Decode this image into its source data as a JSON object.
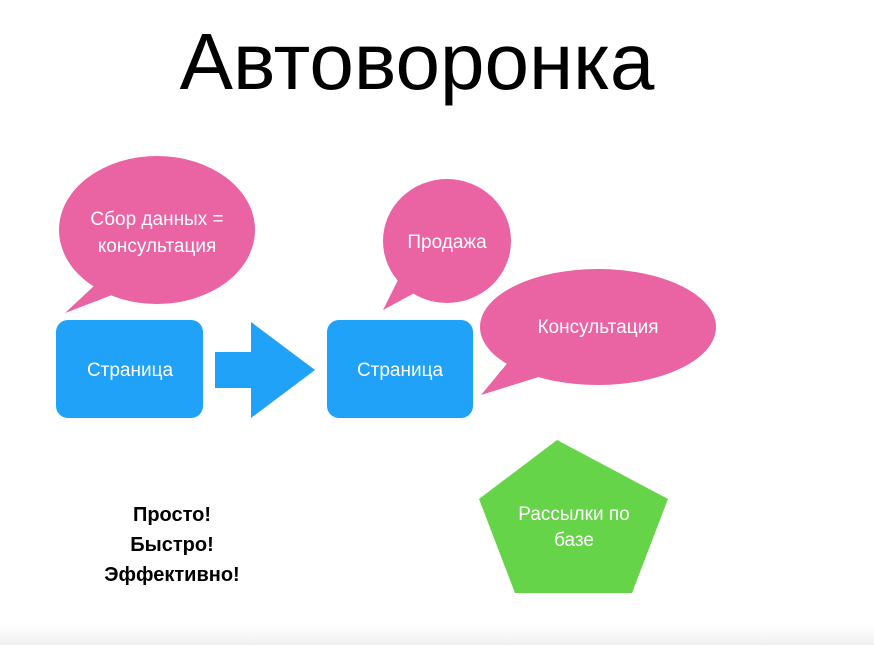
{
  "title": "Автоворонка",
  "colors": {
    "bubble": "#ea63a3",
    "box": "#1fa2f7",
    "arrow": "#1fa2f7",
    "pentagon": "#66d448"
  },
  "bubbles": {
    "data_collection": {
      "line1": "Сбор данных =",
      "line2": "консультация"
    },
    "sale": "Продажа",
    "consultation": "Консультация"
  },
  "boxes": {
    "page1": "Страница",
    "page2": "Страница"
  },
  "pentagon": {
    "line1": "Рассылки по",
    "line2": "базе"
  },
  "slogan": [
    "Просто!",
    "Быстро!",
    "Эффективно!"
  ]
}
